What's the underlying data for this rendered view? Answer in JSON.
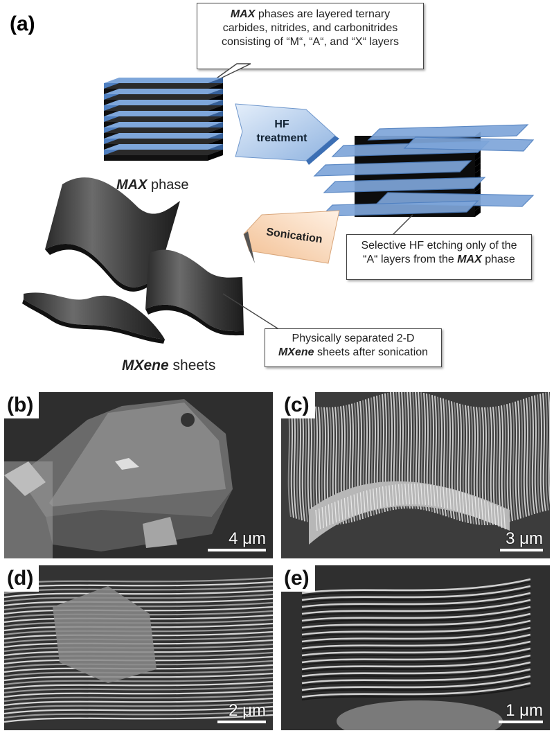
{
  "panel_a": {
    "label": "(a)",
    "callout_top": {
      "bold": "MAX",
      "line1": " phases are layered ternary",
      "line2": "carbides, nitrides, and carbonitrides",
      "line3": "consisting of “M“, “A“, and “X“ layers"
    },
    "max_caption": {
      "bold": "MAX",
      "rest": " phase"
    },
    "hf_arrow": {
      "line1": "HF",
      "line2": "treatment"
    },
    "sonication_arrow": "Sonication",
    "callout_etch": {
      "line1": "Selective HF etching only of the",
      "line2_pre": "“A“ layers from the ",
      "line2_bold": "MAX",
      "line2_post": " phase"
    },
    "callout_sheets": {
      "line1": "Physically separated 2-D",
      "line2_bold": "MXene",
      "line2_post": " sheets after sonication"
    },
    "mxene_caption": {
      "bold": "MXene",
      "rest": " sheets"
    }
  },
  "sem_panels": [
    {
      "label": "(b)",
      "scale": "4 μm"
    },
    {
      "label": "(c)",
      "scale": "3 μm"
    },
    {
      "label": "(d)",
      "scale": "2 μm"
    },
    {
      "label": "(e)",
      "scale": "1 μm"
    }
  ],
  "colors": {
    "blue_layer": "#4f7fc0",
    "black_layer": "#111111",
    "hf_arrow": "#bcd4ef",
    "sonication_arrow": "#f6d2b3"
  }
}
